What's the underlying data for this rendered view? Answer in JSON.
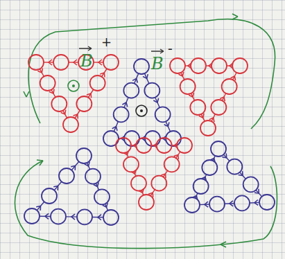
{
  "diagram": {
    "labels": [
      "B",
      "+",
      "B",
      "-"
    ]
  }
}
